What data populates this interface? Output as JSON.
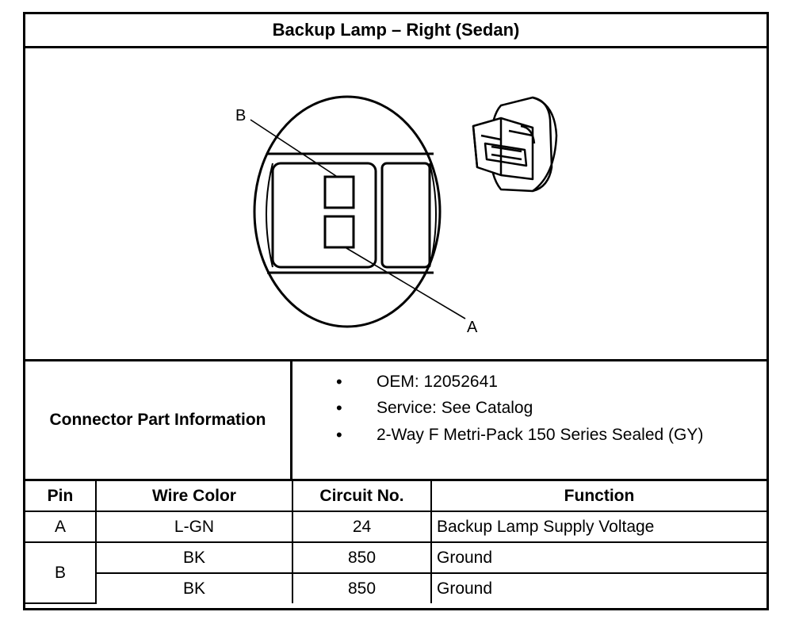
{
  "title": "Backup Lamp – Right (Sedan)",
  "figure": {
    "label_b": "B",
    "label_a": "A"
  },
  "connector_info": {
    "label": "Connector Part Information",
    "items": [
      "OEM: 12052641",
      "Service: See Catalog",
      "2-Way F Metri-Pack 150 Series Sealed (GY)"
    ],
    "bullet": "•"
  },
  "pin_table": {
    "headers": [
      "Pin",
      "Wire Color",
      "Circuit No.",
      "Function"
    ],
    "rows": [
      {
        "pin": "A",
        "wire_color": "L-GN",
        "circuit": "24",
        "function": "Backup Lamp Supply Voltage"
      },
      {
        "pin": "B",
        "wire_color": "BK",
        "circuit": "850",
        "function": "Ground"
      },
      {
        "pin": "",
        "wire_color": "BK",
        "circuit": "850",
        "function": "Ground"
      }
    ]
  }
}
